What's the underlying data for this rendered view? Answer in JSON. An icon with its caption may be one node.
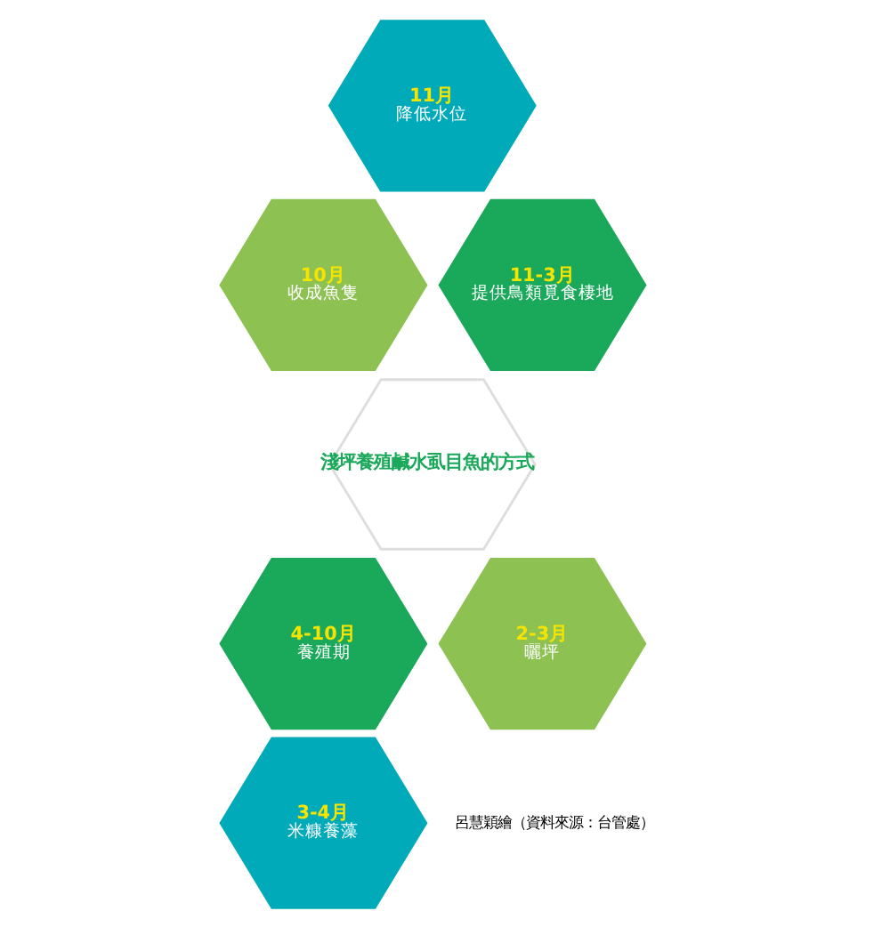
{
  "diagram": {
    "nodes": [
      {
        "text": [
          "11月",
          "降低水位"
        ]
      },
      {
        "text": [
          "10月",
          "收成魚隻"
        ]
      },
      {
        "text": [
          "11-3月",
          "提供鳥類覓食棲地"
        ]
      },
      {
        "text": [
          "淺坪養殖鹹水虱目魚的方式"
        ]
      },
      {
        "text": [
          "4-10月",
          "養殖期"
        ]
      },
      {
        "text": [
          "2-3月",
          "曬坪"
        ]
      },
      {
        "text": [
          "3-4月",
          "米糠養藻"
        ]
      }
    ],
    "labels": [
      "呂慧穎繪（資料來源：台管處）"
    ]
  }
}
